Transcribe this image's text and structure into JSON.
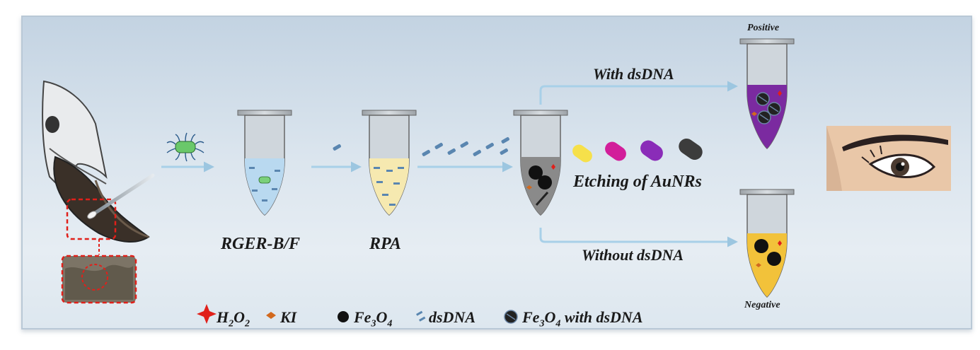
{
  "labels": {
    "rger": "RGER-B/F",
    "rpa": "RPA",
    "with_dsdna": "With dsDNA",
    "without_dsdna": "Without dsDNA",
    "etching": "Etching of AuNRs",
    "positive": "Positive",
    "negative": "Negative"
  },
  "legend": {
    "h2o2": "H",
    "h2o2_sub1": "2",
    "h2o2_mid": "O",
    "h2o2_sub2": "2",
    "ki": "KI",
    "fe3o4": "Fe",
    "fe3o4_sub1": "3",
    "fe3o4_mid": "O",
    "fe3o4_sub2": "4",
    "dsdna": "dsDNA",
    "fe3o4_dsdna": "Fe",
    "fe3o4_dsdna_sub1": "3",
    "fe3o4_dsdna_mid": "O",
    "fe3o4_dsdna_sub2": "4",
    "fe3o4_dsdna_tail": " with dsDNA"
  },
  "colors": {
    "arrow": "#a8d0e8",
    "tube_blue": "#b9d9f0",
    "tube_yellow": "#f6e9b0",
    "tube_grey": "#8a8a8a",
    "tube_purple": "#7b2aa0",
    "tube_gold": "#f2c23a",
    "h2o2": "#e0201a",
    "ki": "#d2691e",
    "fe3o4": "#111111",
    "aunr_1": "#f6e04a",
    "aunr_2": "#d21e9a",
    "aunr_3": "#8a2cb8",
    "aunr_4": "#3c3c3c"
  }
}
